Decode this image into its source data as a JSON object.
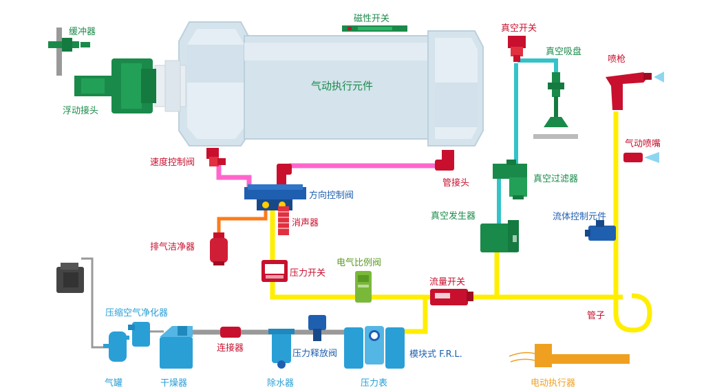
{
  "colors": {
    "green": "#1a8a4a",
    "red": "#c8102e",
    "blue": "#1f5fb0",
    "cyan": "#2a9fd6",
    "orange": "#f0a020",
    "pink": "#ff66cc",
    "yellow": "#ffee00",
    "teal": "#33c3c8",
    "gray": "#888888",
    "orange_pipe": "#ff7a1a",
    "cylinder": "#d4e3ec"
  },
  "labels": {
    "buffer": "缓冲器",
    "floating_joint": "浮动接头",
    "actuator": "气动执行元件",
    "magnetic_switch": "磁性开关",
    "vacuum_switch": "真空开关",
    "vacuum_cup": "真空吸盘",
    "spray_gun": "喷枪",
    "air_nozzle": "气动喷嘴",
    "speed_valve": "速度控制阀",
    "fitting": "管接头",
    "vacuum_filter": "真空过滤器",
    "direction_valve": "方向控制阀",
    "silencer": "消声器",
    "vacuum_generator": "真空发生器",
    "fluid_control": "流体控制元件",
    "exhaust_cleaner": "排气洁净器",
    "pressure_switch": "压力开关",
    "proportional_valve": "电气比例阀",
    "flow_switch": "流量开关",
    "air_purifier": "压缩空气净化器",
    "tube": "管子",
    "connector": "连接器",
    "relief_valve": "压力释放阀",
    "frl": "模块式 F.R.L.",
    "tank": "气罐",
    "dryer": "干燥器",
    "water_remover": "除水器",
    "gauge": "压力表",
    "electric_actuator": "电动执行器"
  }
}
